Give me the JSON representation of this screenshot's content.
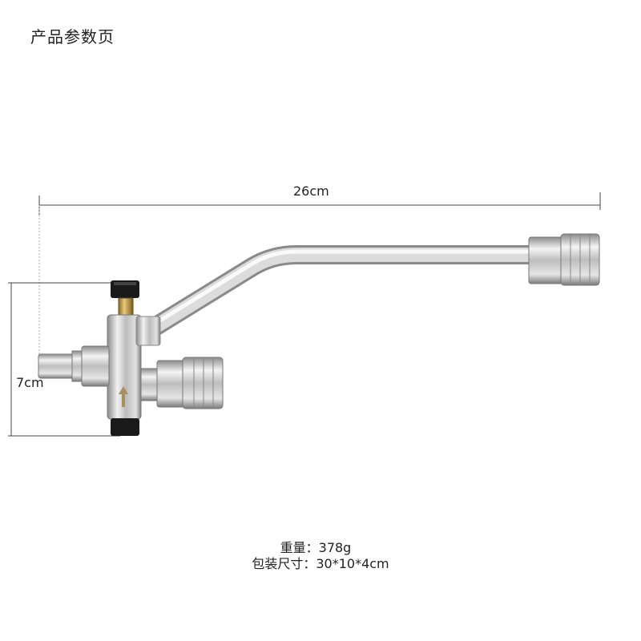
{
  "page_title": "产品参数页",
  "dimensions": {
    "length": "26cm",
    "height": "7cm"
  },
  "specs": {
    "weight": "重量：378g",
    "package_size": "包装尺寸：30*10*4cm"
  }
}
